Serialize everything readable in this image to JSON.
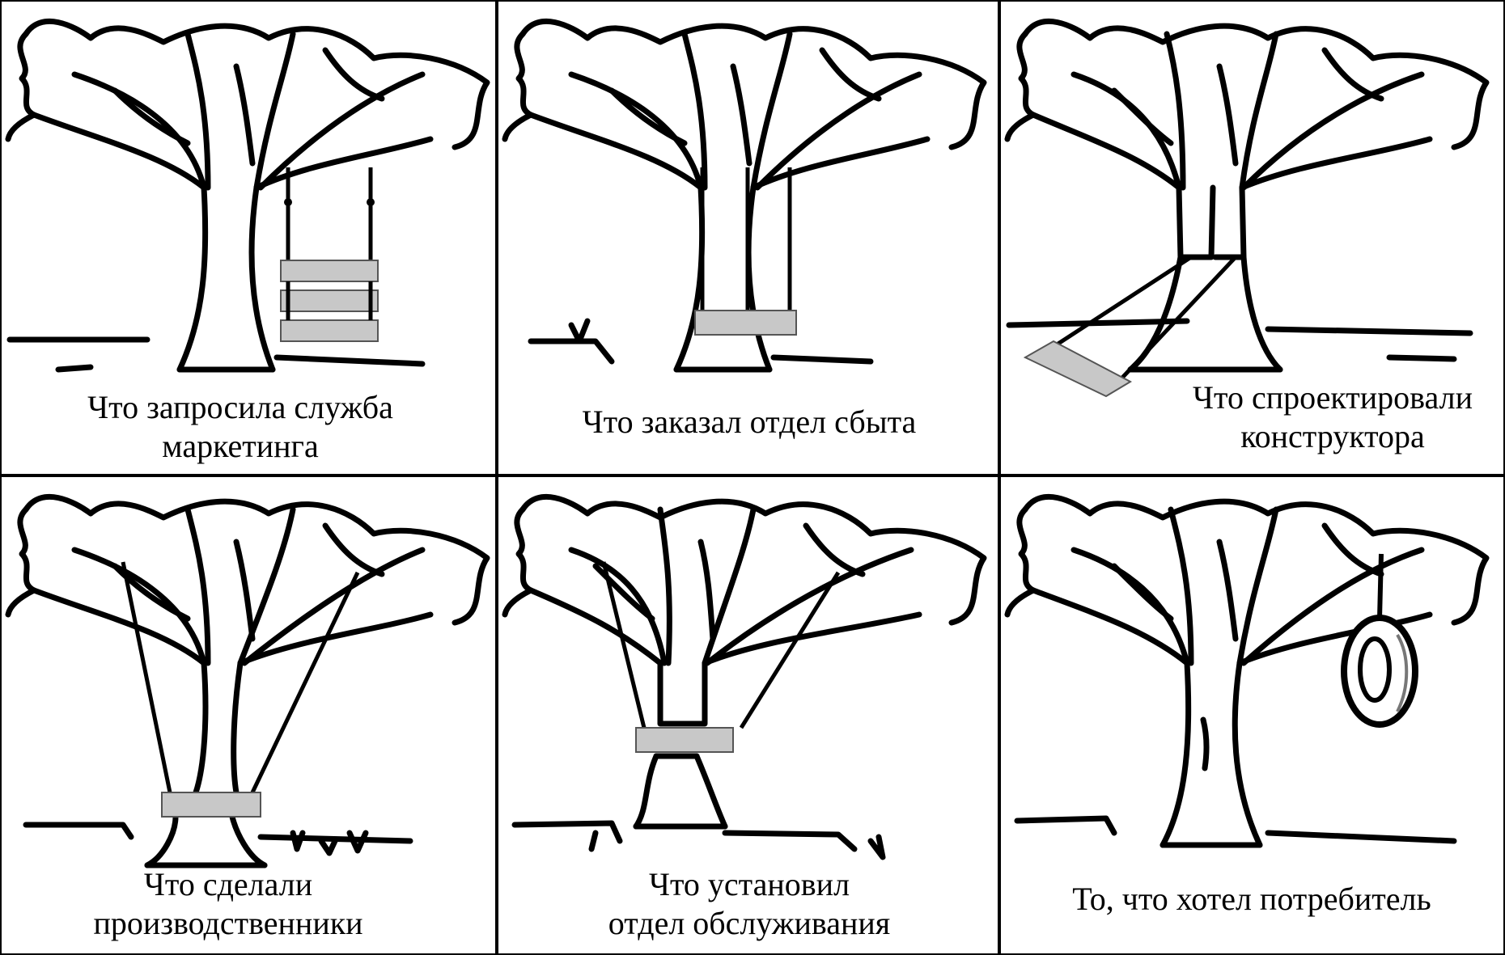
{
  "panels": [
    {
      "id": "p1",
      "caption": [
        "Что запросила служба",
        "маркетинга"
      ]
    },
    {
      "id": "p2",
      "caption": [
        "Что заказал отдел сбыта"
      ]
    },
    {
      "id": "p3",
      "caption": [
        "Что спроектировали",
        "конструктора"
      ]
    },
    {
      "id": "p4",
      "caption": [
        "Что сделали",
        "производственники"
      ]
    },
    {
      "id": "p5",
      "caption": [
        "Что установил",
        "отдел обслуживания"
      ]
    },
    {
      "id": "p6",
      "caption": [
        "То, что хотел потребитель"
      ]
    }
  ],
  "colors": {
    "ink": "#000000",
    "board": "#c8c8c8",
    "board_edge": "#8a8a8a",
    "paper": "#ffffff"
  }
}
